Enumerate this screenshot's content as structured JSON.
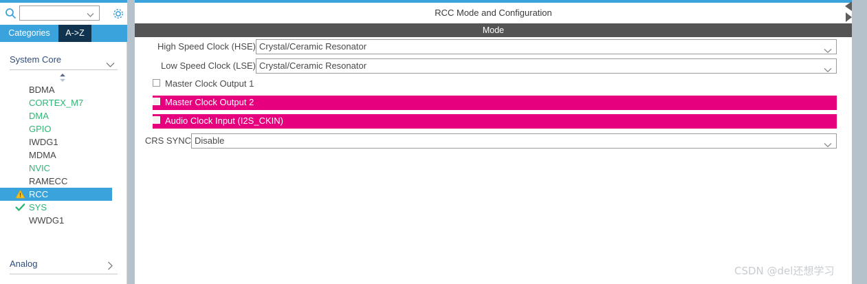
{
  "sidebar": {
    "search": {
      "placeholder": "",
      "value": "",
      "icon": "search-icon"
    },
    "gear": {
      "icon": "gear-icon"
    },
    "tabs": [
      {
        "label": "Categories",
        "active": true
      },
      {
        "label": "A->Z",
        "active": false
      }
    ],
    "groups": [
      {
        "label": "System Core",
        "expanded": true,
        "chevron": "chevron-down-icon"
      },
      {
        "label": "Analog",
        "expanded": false,
        "chevron": "chevron-right-icon"
      }
    ],
    "items": [
      {
        "label": "BDMA",
        "state": "normal",
        "badge": ""
      },
      {
        "label": "CORTEX_M7",
        "state": "green",
        "badge": ""
      },
      {
        "label": "DMA",
        "state": "green",
        "badge": ""
      },
      {
        "label": "GPIO",
        "state": "green",
        "badge": ""
      },
      {
        "label": "IWDG1",
        "state": "normal",
        "badge": ""
      },
      {
        "label": "MDMA",
        "state": "normal",
        "badge": ""
      },
      {
        "label": "NVIC",
        "state": "green",
        "badge": ""
      },
      {
        "label": "RAMECC",
        "state": "normal",
        "badge": ""
      },
      {
        "label": "RCC",
        "state": "selected",
        "badge": "warning-triangle-icon"
      },
      {
        "label": "SYS",
        "state": "green",
        "badge": "check-icon"
      },
      {
        "label": "WWDG1",
        "state": "normal",
        "badge": ""
      }
    ]
  },
  "main": {
    "title": "RCC Mode and Configuration",
    "section_header": "Mode",
    "rows": [
      {
        "type": "select",
        "label": "High Speed Clock (HSE)",
        "value": "Crystal/Ceramic Resonator"
      },
      {
        "type": "select",
        "label": "Low Speed Clock (LSE)",
        "value": "Crystal/Ceramic Resonator"
      },
      {
        "type": "checkbox",
        "label": "Master Clock Output 1",
        "checked": false,
        "highlight": false
      },
      {
        "type": "checkbox",
        "label": "Master Clock Output 2",
        "checked": false,
        "highlight": true
      },
      {
        "type": "checkbox",
        "label": "Audio Clock Input (I2S_CKIN)",
        "checked": false,
        "highlight": true
      },
      {
        "type": "select",
        "label": "CRS SYNC",
        "value": "Disable"
      }
    ]
  },
  "colors": {
    "accent_blue": "#3aa3dc",
    "tab_dark": "#10344f",
    "mode_bar": "#545454",
    "highlight_pink": "#e6007e",
    "green_text": "#2cb673",
    "splitter": "#b6c2cb"
  },
  "watermark": {
    "text": "CSDN @del还想学习"
  }
}
